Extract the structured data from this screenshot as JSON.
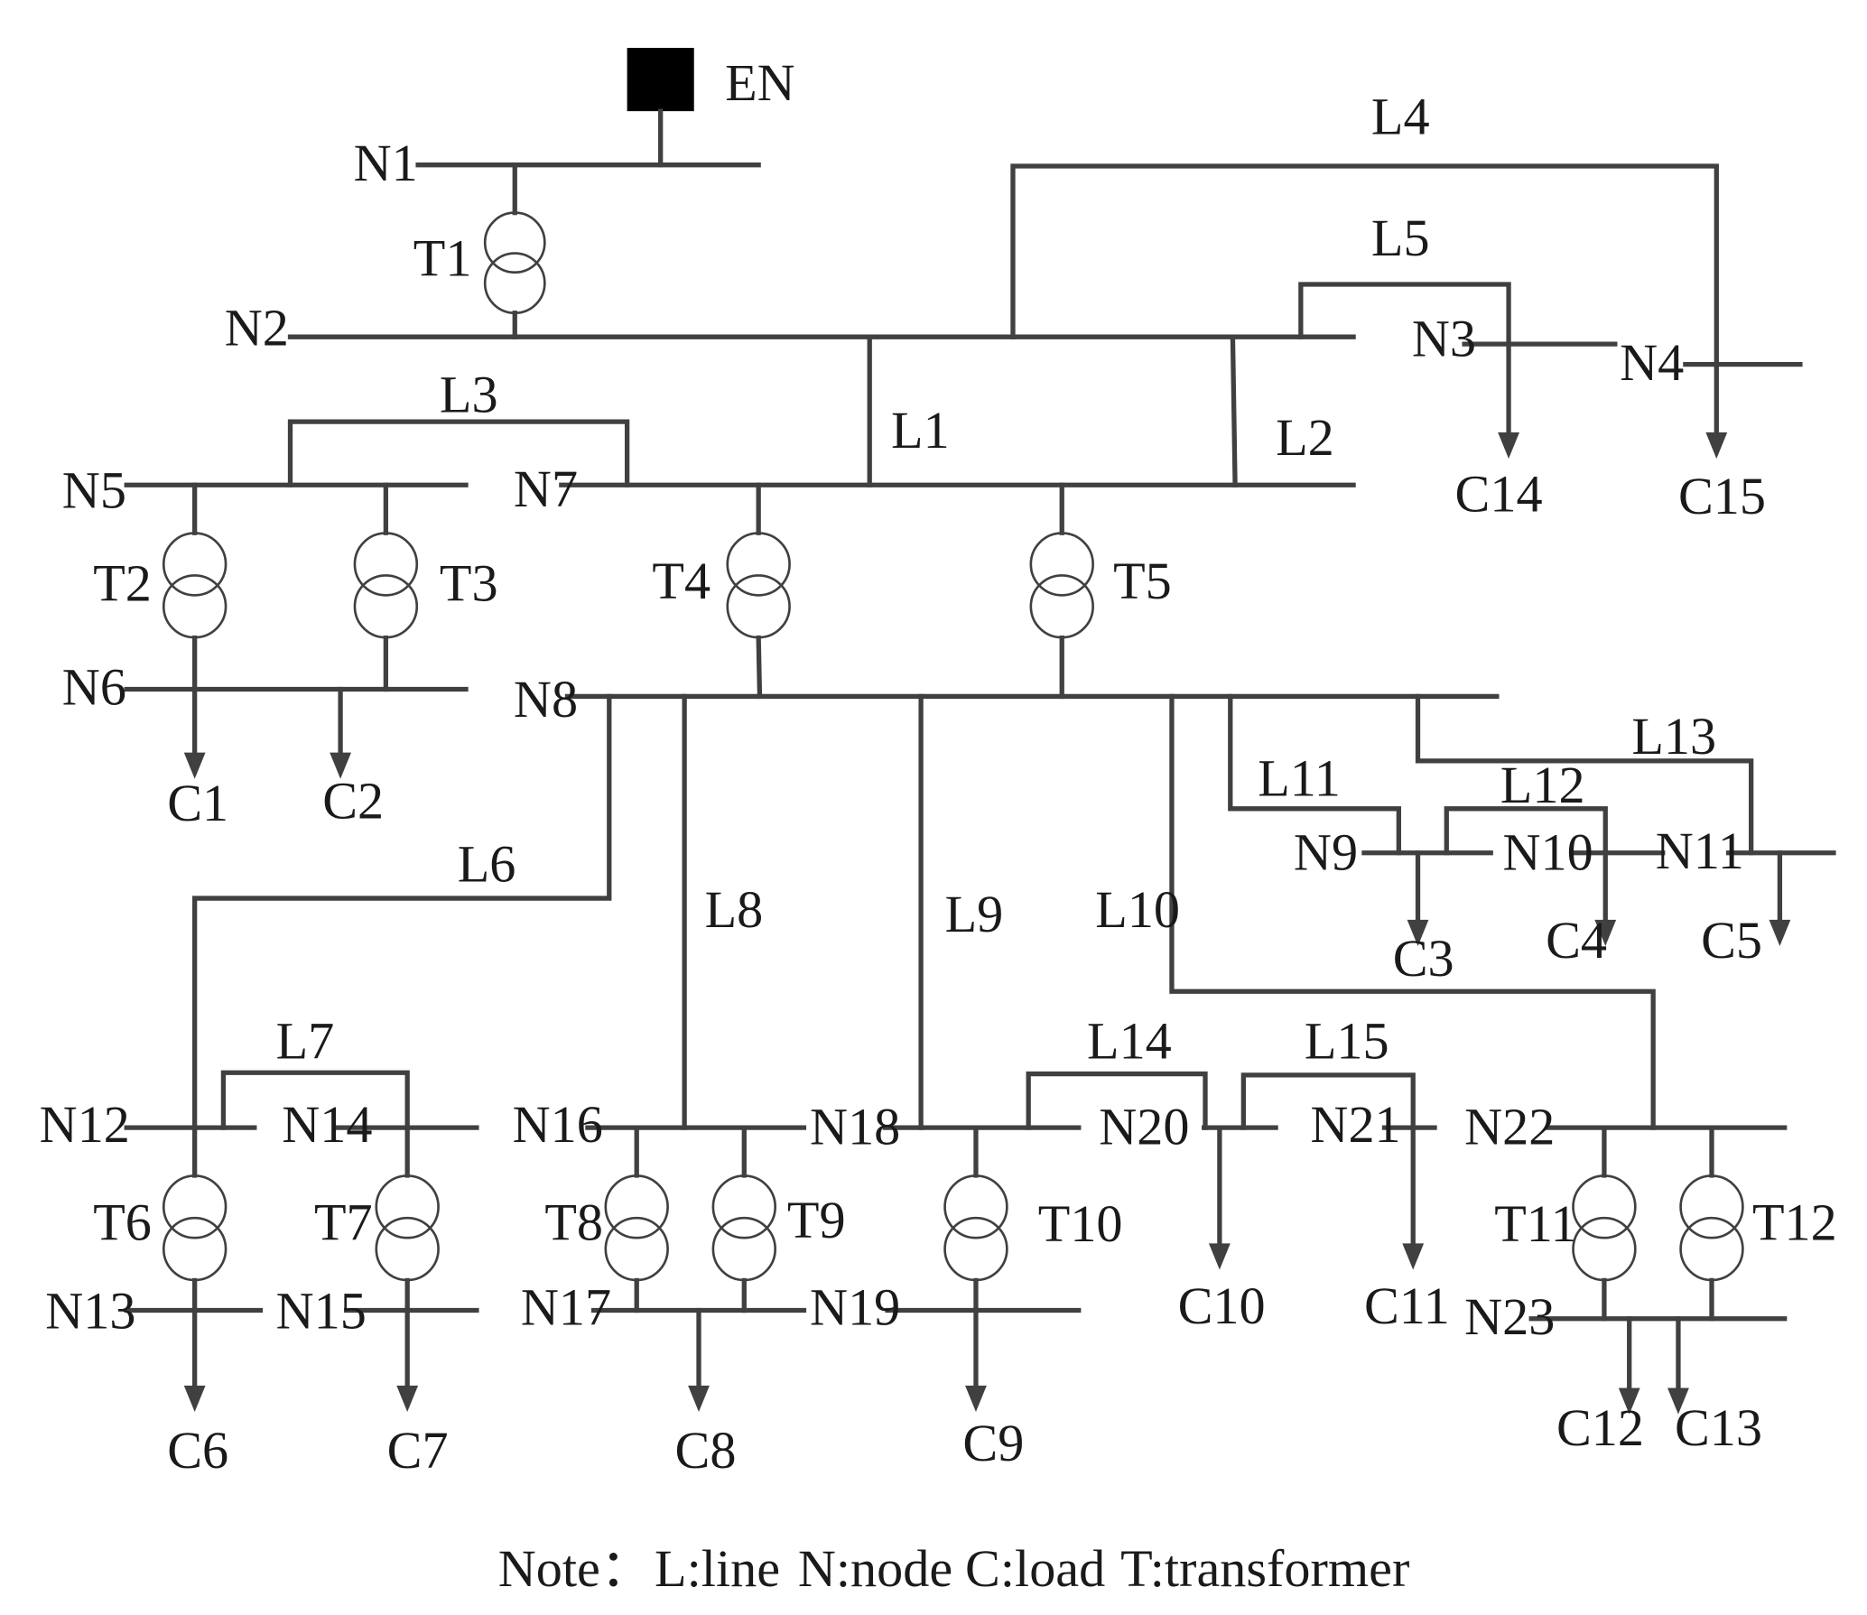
{
  "source": "EN",
  "nodes": [
    "N1",
    "N2",
    "N3",
    "N4",
    "N5",
    "N6",
    "N7",
    "N8",
    "N9",
    "N10",
    "N11",
    "N12",
    "N13",
    "N14",
    "N15",
    "N16",
    "N17",
    "N18",
    "N19",
    "N20",
    "N21",
    "N22",
    "N23"
  ],
  "lines": [
    "L1",
    "L2",
    "L3",
    "L4",
    "L5",
    "L6",
    "L7",
    "L8",
    "L9",
    "L10",
    "L11",
    "L12",
    "L13",
    "L14",
    "L15"
  ],
  "transformers": [
    "T1",
    "T2",
    "T3",
    "T4",
    "T5",
    "T6",
    "T7",
    "T8",
    "T9",
    "T10",
    "T11",
    "T12"
  ],
  "loads": [
    "C1",
    "C2",
    "C3",
    "C4",
    "C5",
    "C6",
    "C7",
    "C8",
    "C9",
    "C10",
    "C11",
    "C12",
    "C13",
    "C14",
    "C15"
  ],
  "note": {
    "prefix": "Note：",
    "items": [
      "L:line",
      "N:node",
      "C:load",
      "T:transformer"
    ]
  }
}
